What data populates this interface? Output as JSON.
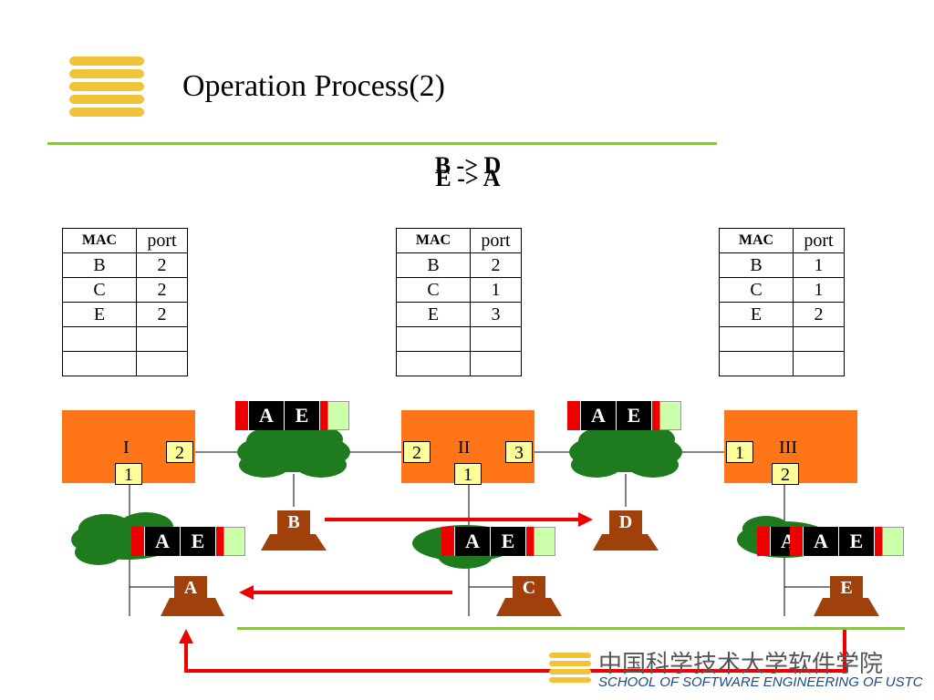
{
  "slide": {
    "title": "Operation Process(2)",
    "frames": [
      "B -> D",
      "E -> A"
    ]
  },
  "tables": [
    {
      "headers": [
        "MAC",
        "port"
      ],
      "rows": [
        [
          "B",
          "2"
        ],
        [
          "C",
          "2"
        ],
        [
          "E",
          "2"
        ],
        [
          "",
          ""
        ],
        [
          "",
          ""
        ]
      ]
    },
    {
      "headers": [
        "MAC",
        "port"
      ],
      "rows": [
        [
          "B",
          "2"
        ],
        [
          "C",
          "1"
        ],
        [
          "E",
          "3"
        ],
        [
          "",
          ""
        ],
        [
          "",
          ""
        ]
      ]
    },
    {
      "headers": [
        "MAC",
        "port"
      ],
      "rows": [
        [
          "B",
          "1"
        ],
        [
          "C",
          "1"
        ],
        [
          "E",
          "2"
        ],
        [
          "",
          ""
        ],
        [
          "",
          ""
        ]
      ]
    }
  ],
  "switches": [
    {
      "label": "I",
      "ports": [
        "2",
        "1"
      ]
    },
    {
      "label": "II",
      "ports": [
        "2",
        "3",
        "1"
      ]
    },
    {
      "label": "III",
      "ports": [
        "1",
        "2"
      ]
    }
  ],
  "hosts": [
    "A",
    "B",
    "C",
    "D",
    "E"
  ],
  "packet": {
    "fields": [
      "A",
      "E"
    ]
  },
  "footer": {
    "school_cn": "中国科学技术大学软件学院",
    "school_en": "SCHOOL OF SOFTWARE ENGINEERING OF USTC"
  },
  "colors": {
    "switch": "#ff7518",
    "cloud": "#1e7b1e",
    "host": "#a0400b",
    "arrow": "#ee0000",
    "rule": "#8bc34a"
  }
}
